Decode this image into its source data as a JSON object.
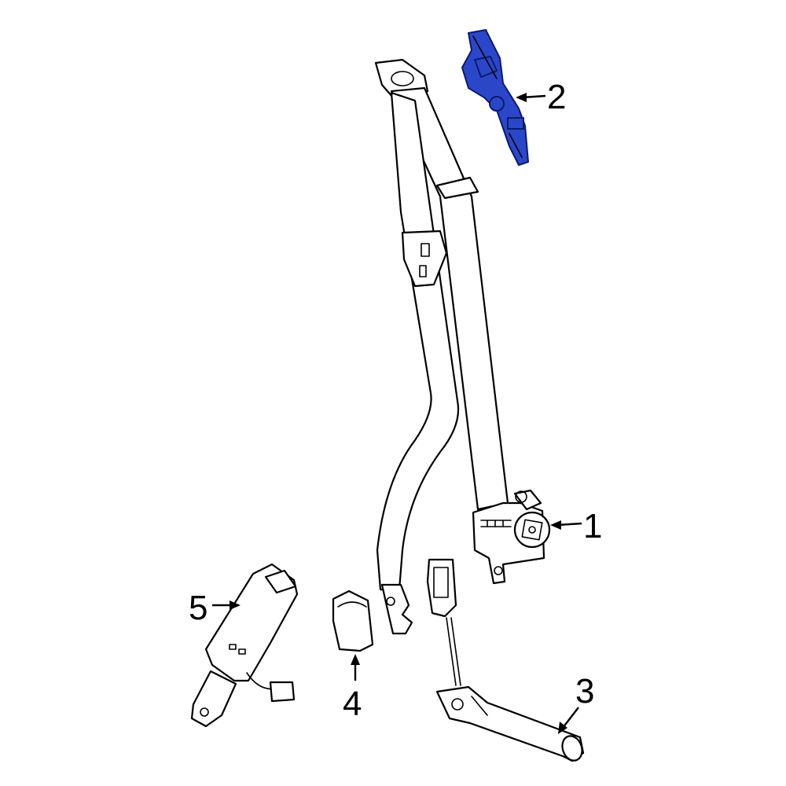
{
  "callouts": [
    {
      "id": "1",
      "label": "1"
    },
    {
      "id": "2",
      "label": "2"
    },
    {
      "id": "3",
      "label": "3"
    },
    {
      "id": "4",
      "label": "4"
    },
    {
      "id": "5",
      "label": "5"
    }
  ],
  "colors": {
    "highlight": "#2b47c9",
    "highlight_dark": "#0a1a6e",
    "line": "#000000",
    "background": "#ffffff"
  }
}
